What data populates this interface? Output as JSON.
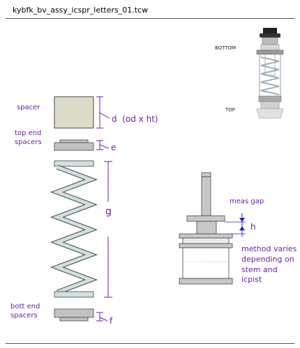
{
  "title": "kybfk_bv_assy_icspr_letters_01.tcw",
  "photo": {
    "bottom_label": "BOTTOM",
    "top_label": "TOP"
  },
  "labels": {
    "spacer": "spacer",
    "top_end_spacers_1": "top end",
    "top_end_spacers_2": "spacers",
    "bott_end_spacers_1": "bott end",
    "bott_end_spacers_2": "spacers",
    "d": "d  (od x ht)",
    "e": "e",
    "g": "g",
    "f": "f",
    "h": "h",
    "meas_gap": "meas gap",
    "method_1": "method varies",
    "method_2": "depending on",
    "method_3": "stem and icpist"
  },
  "colors": {
    "accent": "#6a1fb0",
    "spacer_fill": "#dcdcc8",
    "spring_fill": "#cfe0e0",
    "plate_fill": "#c2c2c2",
    "arrow": "#2222cc"
  }
}
